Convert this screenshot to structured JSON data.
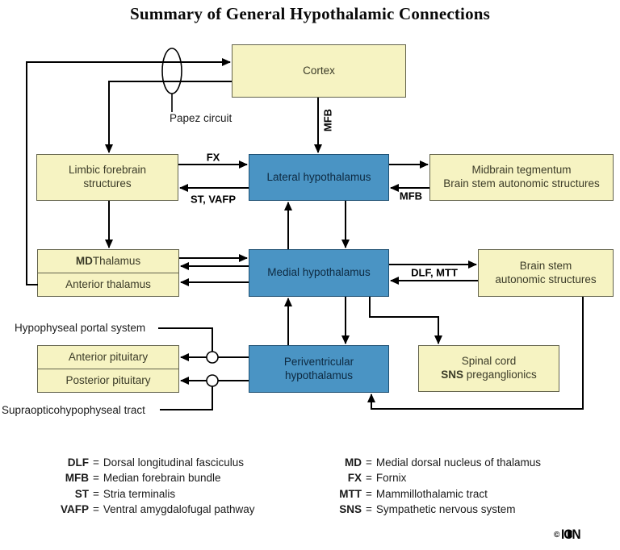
{
  "title": "Summary of General Hypothalamic Connections",
  "colors": {
    "box_fill_cream": "#f6f3c2",
    "box_fill_blue": "#4a94c4",
    "box_border_cream": "#63634c",
    "box_border_blue": "#1d4f72",
    "line_color": "#000000",
    "title_color": "#0a0a0a"
  },
  "nodes": {
    "cortex": {
      "label": "Cortex"
    },
    "limbic": {
      "line1": "Limbic forebrain",
      "line2": "structures"
    },
    "lateral_hypothalamus": {
      "label": "Lateral hypothalamus"
    },
    "midbrain": {
      "line1": "Midbrain tegmentum",
      "line2": "Brain stem autonomic structures"
    },
    "md_thalamus": {
      "abbr": "MD",
      "rest": " Thalamus"
    },
    "anterior_thalamus": {
      "label": "Anterior thalamus"
    },
    "medial_hypothalamus": {
      "label": "Medial hypothalamus"
    },
    "brainstem_autonomic": {
      "line1": "Brain stem",
      "line2": "autonomic structures"
    },
    "anterior_pituitary": {
      "label": "Anterior pituitary"
    },
    "posterior_pituitary": {
      "label": "Posterior pituitary"
    },
    "periventricular": {
      "line1": "Periventricular",
      "line2": "hypothalamus"
    },
    "spinal_cord": {
      "line1": "Spinal cord",
      "abbr": "SNS",
      "rest": " preganglionics"
    }
  },
  "pathway_labels": {
    "papez_circuit": "Papez circuit",
    "mfb_cortex": "MFB",
    "fx": "FX",
    "st_vafp": "ST, VAFP",
    "mfb_midbrain": "MFB",
    "dlf_mtt": "DLF, MTT",
    "hypophyseal_portal": "Hypophyseal portal system",
    "supraopticohypophyseal": "Supraopticohypophyseal tract"
  },
  "legend": {
    "equals": "=",
    "left": [
      {
        "abbr": "DLF",
        "definition": "Dorsal longitudinal fasciculus"
      },
      {
        "abbr": "MFB",
        "definition": "Median forebrain bundle"
      },
      {
        "abbr": "ST",
        "definition": "Stria terminalis"
      },
      {
        "abbr": "VAFP",
        "definition": "Ventral amygdalofugal pathway"
      }
    ],
    "right": [
      {
        "abbr": "MD",
        "definition": "Medial dorsal nucleus of thalamus"
      },
      {
        "abbr": "FX",
        "definition": "Fornix"
      },
      {
        "abbr": "MTT",
        "definition": "Mammillothalamic tract"
      },
      {
        "abbr": "SNS",
        "definition": "Sympathetic nervous system"
      }
    ]
  },
  "footer": {
    "copyright_symbol": "©",
    "brand": "ICON",
    "brand_l1": "I",
    "brand_l2": "C",
    "brand_l3": "N"
  }
}
